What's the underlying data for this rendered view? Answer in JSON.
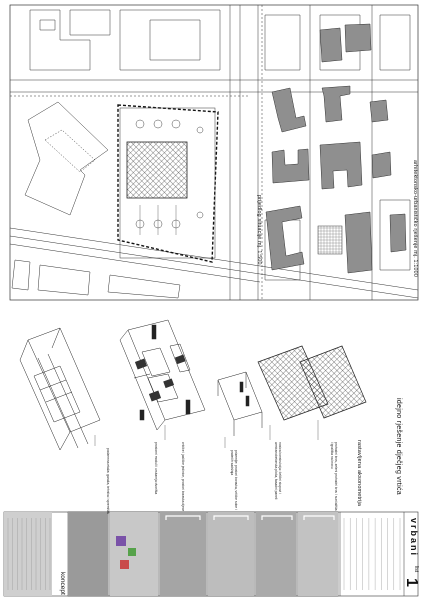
{
  "sheet": {
    "brand": "vrbani",
    "sheet_label": "list",
    "sheet_number": "1",
    "title": "idejno rješenje dječjeg vrtića"
  },
  "plans": {
    "site_plan_caption": "prijedlog situacije  mj. 1:500",
    "context_plan_caption": "arhitektonsko-urbanističko rješenje  mj. 1:1000"
  },
  "axonometry": {
    "caption": "rastavljena aksonometrija",
    "notes": [
      "prohodni krov, zeleni prohodni krov / sunčališta i igrališta na krovu",
      "nosiva konstrukcija: čelični stupovi i armiranobetonska ploča, fasadni paneli",
      "prizemlje: prostori boravka, vrtićke sobe i pratećih sadržaja",
      "podzemna etaža: garaža, tehnika i spremišta"
    ],
    "sub_notes": [
      "vrtićke i jasličke jedinice, prostori boravka djece",
      "prostorni moduli i unutarnja dvorišta"
    ]
  },
  "sidebar": {
    "concept_label": "koncept",
    "rule_count": 10
  },
  "colors": {
    "line": "#222222",
    "building_fill": "#8f8f8f",
    "paper": "#ffffff"
  }
}
